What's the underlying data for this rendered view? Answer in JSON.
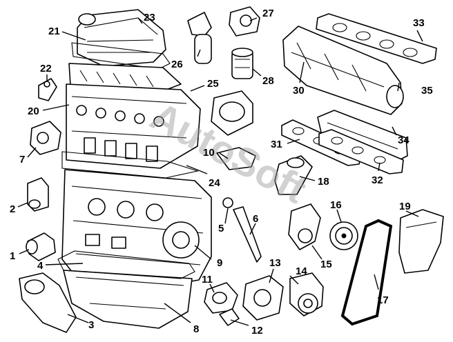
{
  "watermark": "AutoSoft",
  "callouts": [
    "1",
    "2",
    "3",
    "4",
    "5",
    "6",
    "7",
    "8",
    "9",
    "10",
    "11",
    "12",
    "13",
    "14",
    "15",
    "16",
    "17",
    "18",
    "19",
    "20",
    "21",
    "22",
    "23",
    "24",
    "25",
    "26",
    "27",
    "28",
    "30",
    "31",
    "32",
    "33",
    "34",
    "35"
  ],
  "colors": {
    "line": "#000000",
    "background": "#ffffff",
    "watermark": "#9a9a9a"
  }
}
